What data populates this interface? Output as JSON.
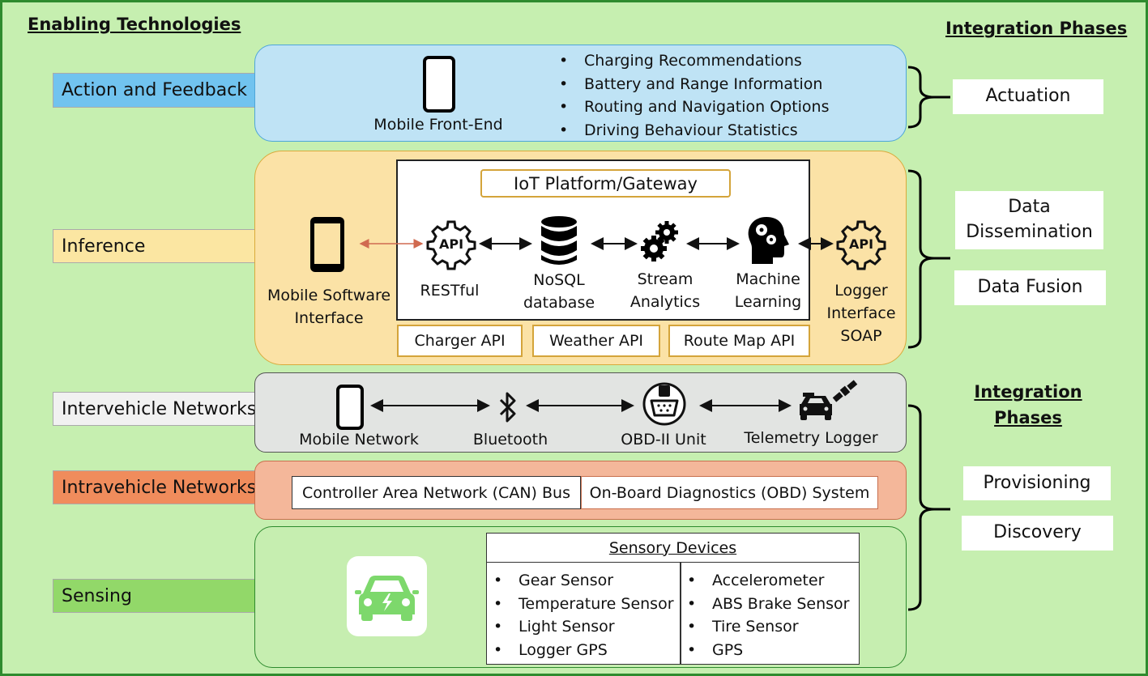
{
  "headers": {
    "enabling": "Enabling Technologies",
    "integration_top": "Integration Phases",
    "integration_bottom": [
      "Integration",
      "Phases"
    ]
  },
  "layers": {
    "action": "Action and Feedback",
    "inference": "Inference",
    "intervehicle": "Intervehicle Networks",
    "intravehicle": "Intravehicle Networks",
    "sensing": "Sensing"
  },
  "phases": {
    "actuation": "Actuation",
    "data_dissemination": [
      "Data",
      "Dissemination"
    ],
    "data_fusion": "Data Fusion",
    "provisioning": "Provisioning",
    "discovery": "Discovery"
  },
  "action": {
    "front_end": "Mobile Front-End",
    "features": [
      "Charging Recommendations",
      "Battery and Range Information",
      "Routing and Navigation Options",
      "Driving Behaviour Statistics"
    ]
  },
  "inference": {
    "mobile_sw": [
      "Mobile Software",
      "Interface"
    ],
    "platform_title": "IoT Platform/Gateway",
    "api_text": "API",
    "restful": "RESTful",
    "nosql": [
      "NoSQL",
      "database"
    ],
    "stream": [
      "Stream",
      "Analytics"
    ],
    "ml": [
      "Machine",
      "Learning"
    ],
    "logger": [
      "Logger",
      "Interface",
      "SOAP"
    ],
    "apis": [
      "Charger API",
      "Weather API",
      "Route Map API"
    ]
  },
  "intervehicle": {
    "items": [
      "Mobile Network",
      "Bluetooth",
      "OBD-II Unit",
      "Telemetry Logger"
    ]
  },
  "intravehicle": {
    "can": "Controller Area Network (CAN) Bus",
    "obd": "On-Board Diagnostics (OBD) System"
  },
  "sensing": {
    "title": "Sensory Devices",
    "left": [
      "Gear Sensor",
      "Temperature Sensor",
      "Light Sensor",
      "Logger GPS"
    ],
    "right": [
      "Accelerometer",
      "ABS Brake Sensor",
      "Tire Sensor",
      "GPS"
    ]
  },
  "colors": {
    "background": "#c6efb0",
    "action_layer": "#bfe3f5",
    "action_label": "#71c3ef",
    "inference_layer": "#fbe2a6",
    "inference_label": "#fbe6a2",
    "inter_layer": "#e2e4e2",
    "intra_layer": "#f4b79a",
    "intra_label": "#f08c5c",
    "sensing_layer": "#c6eeb0",
    "sensing_label": "#92d869",
    "ev_icon": "#7dd86c"
  }
}
